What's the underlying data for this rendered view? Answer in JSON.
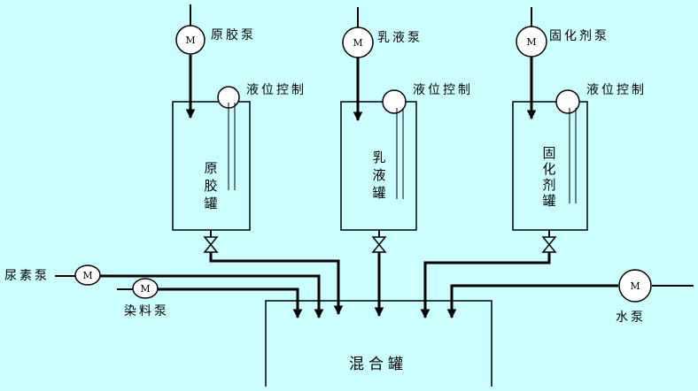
{
  "colors": {
    "background": "#ccffff",
    "line": "#000000"
  },
  "pumps": {
    "gum": "原胶泵",
    "emulsion": "乳液泵",
    "curing": "固化剂泵",
    "urea": "尿素泵",
    "dye": "染料泵",
    "water": "水泵",
    "motor_symbol": "M"
  },
  "level_control": {
    "gum": "液位控制",
    "emulsion": "液位控制",
    "curing": "液位控制"
  },
  "tanks": {
    "gum": [
      "原",
      "胶",
      "罐"
    ],
    "emulsion": [
      "乳",
      "液",
      "罐"
    ],
    "curing": [
      "固",
      "化",
      "剂",
      "罐"
    ],
    "mixing": "混合罐"
  }
}
